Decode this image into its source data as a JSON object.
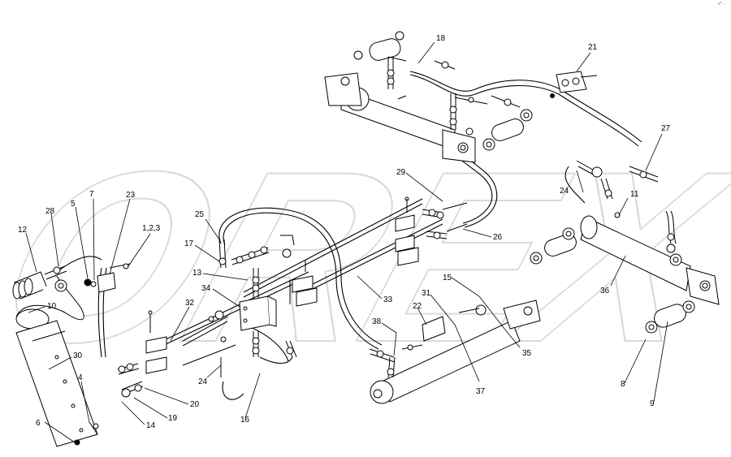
{
  "watermark": {
    "text": "OREX",
    "color": "#d9d9d9"
  },
  "corner_mark": "v° ...",
  "callouts": [
    {
      "key": "c18",
      "text": "18"
    },
    {
      "key": "c21",
      "text": "21"
    },
    {
      "key": "c27",
      "text": "27"
    },
    {
      "key": "c24a",
      "text": "24"
    },
    {
      "key": "c11",
      "text": "11"
    },
    {
      "key": "c29",
      "text": "29"
    },
    {
      "key": "c26",
      "text": "26"
    },
    {
      "key": "c25",
      "text": "25"
    },
    {
      "key": "c17",
      "text": "17"
    },
    {
      "key": "c13",
      "text": "13"
    },
    {
      "key": "c34",
      "text": "34"
    },
    {
      "key": "c33",
      "text": "33"
    },
    {
      "key": "c31",
      "text": "31"
    },
    {
      "key": "c15",
      "text": "15"
    },
    {
      "key": "c22",
      "text": "22"
    },
    {
      "key": "c38",
      "text": "38"
    },
    {
      "key": "c35",
      "text": "35"
    },
    {
      "key": "c36",
      "text": "36"
    },
    {
      "key": "c37",
      "text": "37"
    },
    {
      "key": "c32",
      "text": "32"
    },
    {
      "key": "c12",
      "text": "12"
    },
    {
      "key": "c28",
      "text": "28"
    },
    {
      "key": "c5",
      "text": "5"
    },
    {
      "key": "c7",
      "text": "7"
    },
    {
      "key": "c23",
      "text": "23"
    },
    {
      "key": "c123",
      "text": "1,2,3"
    },
    {
      "key": "c10",
      "text": "10"
    },
    {
      "key": "c30",
      "text": "30"
    },
    {
      "key": "c4",
      "text": "4"
    },
    {
      "key": "c6",
      "text": "6"
    },
    {
      "key": "c24b",
      "text": "24"
    },
    {
      "key": "c16",
      "text": "16"
    },
    {
      "key": "c20",
      "text": "20"
    },
    {
      "key": "c19",
      "text": "19"
    },
    {
      "key": "c14",
      "text": "14"
    },
    {
      "key": "c8",
      "text": "8"
    },
    {
      "key": "c9",
      "text": "9"
    }
  ]
}
